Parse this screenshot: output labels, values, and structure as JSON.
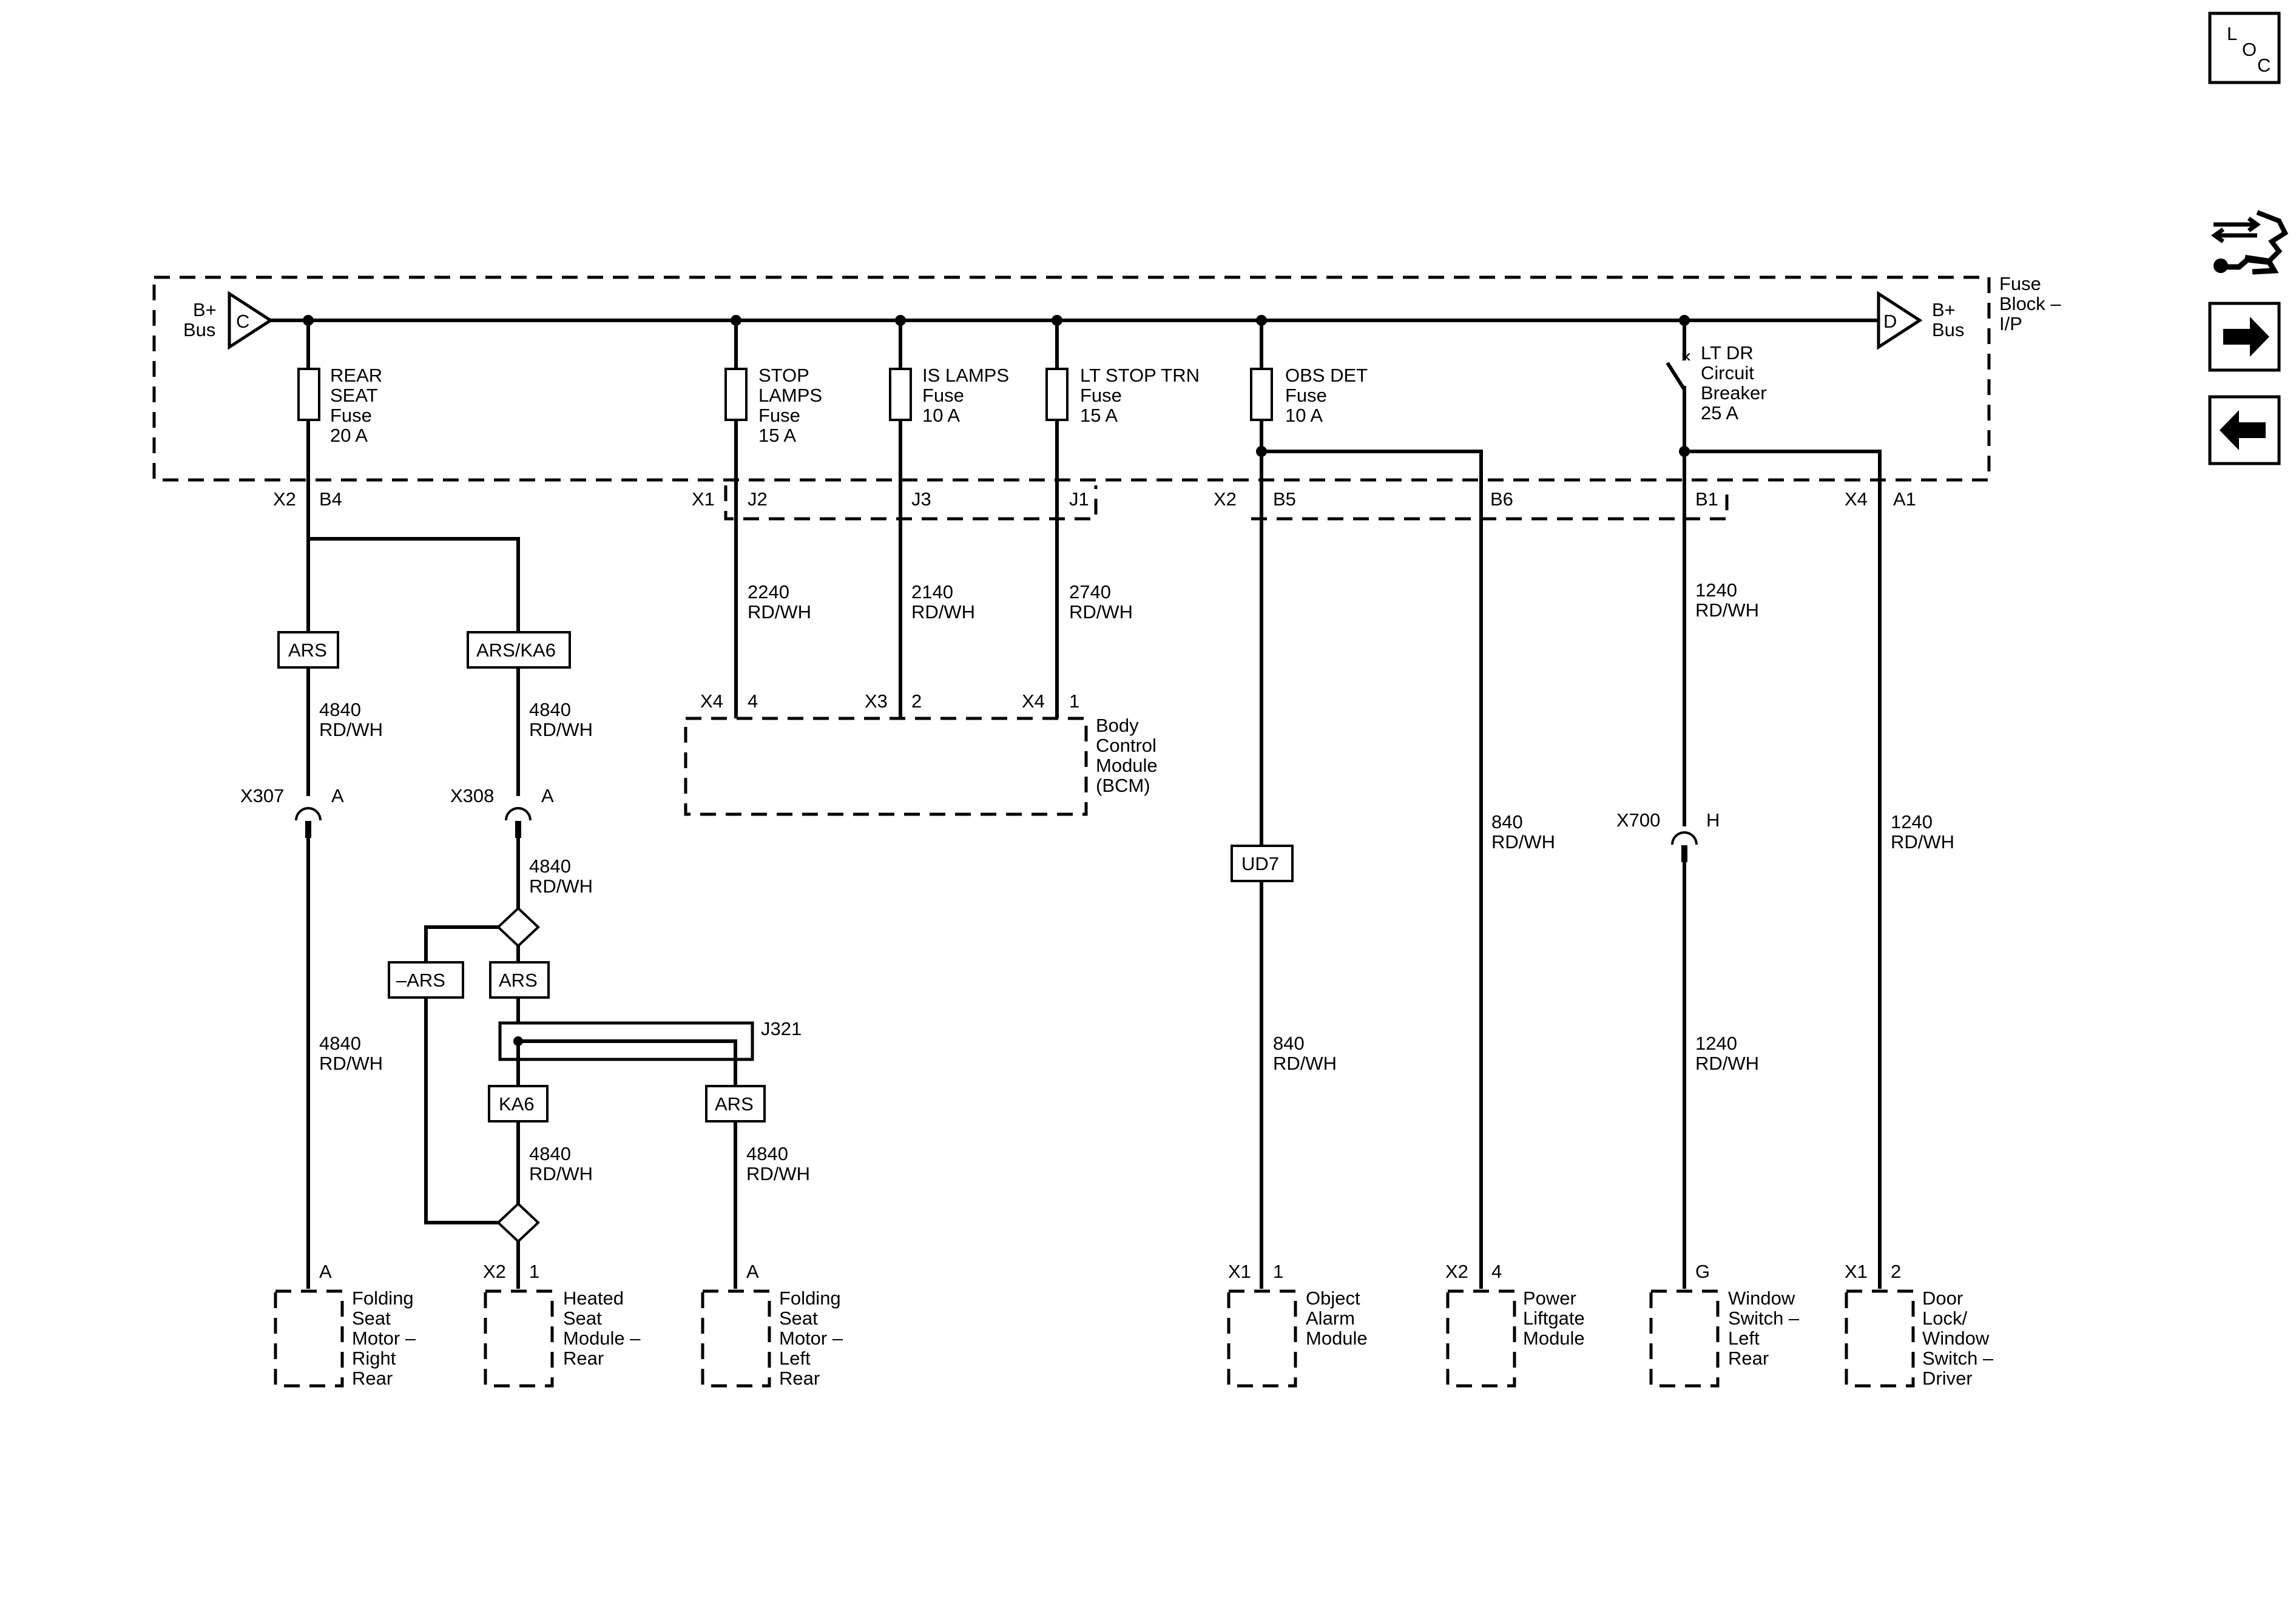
{
  "nav": {
    "loc_l": "L",
    "loc_o": "O",
    "loc_c": "C"
  },
  "fuse_block": {
    "label_line1": "Fuse",
    "label_line2": "Block –",
    "label_line3": "I/P"
  },
  "bus_left": {
    "letter": "C",
    "line1": "B+",
    "line2": "Bus"
  },
  "bus_right": {
    "letter": "D",
    "line1": "B+",
    "line2": "Bus"
  },
  "fuses": [
    {
      "lines": [
        "REAR",
        "SEAT",
        "Fuse",
        "20 A"
      ]
    },
    {
      "lines": [
        "STOP",
        "LAMPS",
        "Fuse",
        "15 A"
      ]
    },
    {
      "lines": [
        "IS LAMPS",
        "Fuse",
        "10 A"
      ]
    },
    {
      "lines": [
        "LT STOP TRN",
        "Fuse",
        "15 A"
      ]
    },
    {
      "lines": [
        "OBS DET",
        "Fuse",
        "10 A"
      ]
    },
    {
      "lines": [
        "LT DR",
        "Circuit",
        "Breaker",
        "25 A"
      ]
    }
  ],
  "pins": {
    "x2_left": "X2",
    "b4": "B4",
    "x1": "X1",
    "j2": "J2",
    "j3": "J3",
    "j1": "J1",
    "x2_mid": "X2",
    "b5": "B5",
    "b6": "B6",
    "b1": "B1",
    "x4": "X4",
    "a1": "A1"
  },
  "wire_labels": {
    "w2240": [
      "2240",
      "RD/WH"
    ],
    "w2140": [
      "2140",
      "RD/WH"
    ],
    "w2740": [
      "2740",
      "RD/WH"
    ],
    "w1240_top": [
      "1240",
      "RD/WH"
    ],
    "w4840_a": [
      "4840",
      "RD/WH"
    ],
    "w4840_b": [
      "4840",
      "RD/WH"
    ],
    "w4840_c": [
      "4840",
      "RD/WH"
    ],
    "w4840_d": [
      "4840",
      "RD/WH"
    ],
    "w4840_e": [
      "4840",
      "RD/WH"
    ],
    "w4840_f": [
      "4840",
      "RD/WH"
    ],
    "w840_a": [
      "840",
      "RD/WH"
    ],
    "w840_b": [
      "840",
      "RD/WH"
    ],
    "w1240_mid": [
      "1240",
      "RD/WH"
    ],
    "w1240_right": [
      "1240",
      "RD/WH"
    ]
  },
  "options": {
    "ars1": "ARS",
    "ars_ka6": "ARS/KA6",
    "not_ars": "–ARS",
    "ars2": "ARS",
    "ka6": "KA6",
    "ars3": "ARS",
    "ud7": "UD7"
  },
  "splice": "J321",
  "inline_connectors": {
    "x307": {
      "name": "X307",
      "pin": "A"
    },
    "x308": {
      "name": "X308",
      "pin": "A"
    },
    "x700": {
      "name": "X700",
      "pin": "H"
    }
  },
  "bcm": {
    "pins": [
      {
        "conn": "X4",
        "pin": "4"
      },
      {
        "conn": "X3",
        "pin": "2"
      },
      {
        "conn": "X4",
        "pin": "1"
      }
    ],
    "lines": [
      "Body",
      "Control",
      "Module",
      "(BCM)"
    ]
  },
  "components": [
    {
      "conn": "",
      "pin": "A",
      "lines": [
        "Folding",
        "Seat",
        "Motor –",
        "Right",
        "Rear"
      ]
    },
    {
      "conn": "X2",
      "pin": "1",
      "lines": [
        "Heated",
        "Seat",
        "Module –",
        "Rear"
      ]
    },
    {
      "conn": "",
      "pin": "A",
      "lines": [
        "Folding",
        "Seat",
        "Motor –",
        "Left",
        "Rear"
      ]
    },
    {
      "conn": "X1",
      "pin": "1",
      "lines": [
        "Object",
        "Alarm",
        "Module"
      ]
    },
    {
      "conn": "X2",
      "pin": "4",
      "lines": [
        "Power",
        "Liftgate",
        "Module"
      ]
    },
    {
      "conn": "",
      "pin": "G",
      "lines": [
        "Window",
        "Switch –",
        "Left",
        "Rear"
      ]
    },
    {
      "conn": "X1",
      "pin": "2",
      "lines": [
        "Door",
        "Lock/",
        "Window",
        "Switch –",
        "Driver"
      ]
    }
  ]
}
